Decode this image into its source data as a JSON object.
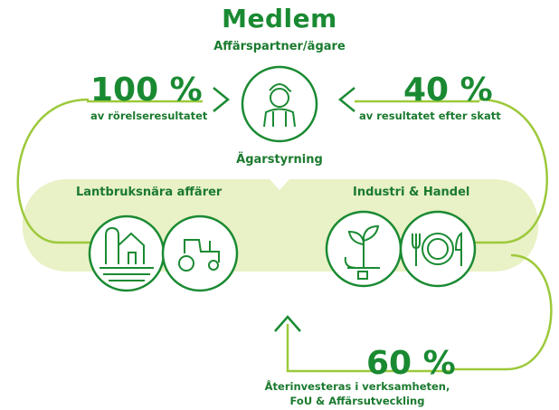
{
  "header": {
    "title": "Medlem",
    "subtitle": "Affärspartner/ägare"
  },
  "left_flow": {
    "percent": "100 %",
    "caption": "av rörelseresultatet"
  },
  "right_flow": {
    "percent": "40 %",
    "caption": "av resultatet efter skatt"
  },
  "center": {
    "label": "Ägarstyrning"
  },
  "segments": {
    "left_label": "Lantbruksnära affärer",
    "right_label": "Industri & Handel"
  },
  "bottom_flow": {
    "percent": "60 %",
    "caption_line1": "Återinvesteras i verksamheten,",
    "caption_line2": "FoU & Affärsutveckling"
  },
  "icons": [
    "farmer-icon",
    "farm-buildings-icon",
    "tractor-icon",
    "plant-plug-icon",
    "plate-cutlery-icon"
  ],
  "colors": {
    "primary_green": "#1a8a32",
    "light_green_stroke": "#9cc93a",
    "band_fill": "#e9f1c6"
  }
}
